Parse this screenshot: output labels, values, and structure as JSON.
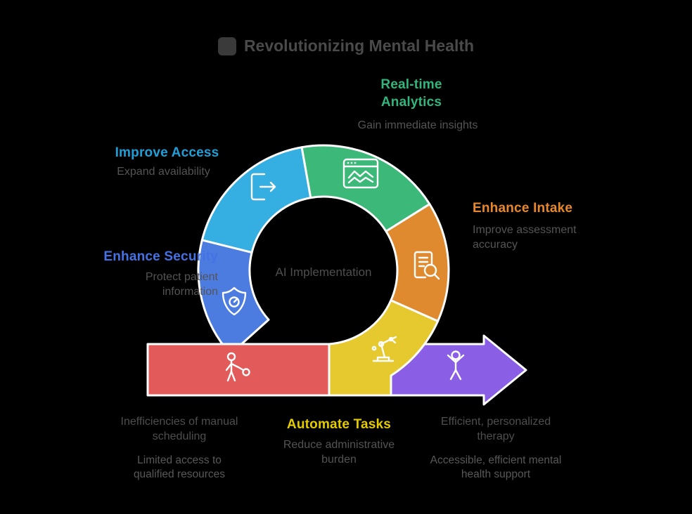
{
  "title": {
    "text": "Revolutionizing Mental Health"
  },
  "center_label": "AI Implementation",
  "colors": {
    "background": "#000000",
    "title_text": "#4a4a4a",
    "description_text": "#545454",
    "label_cyan": "#1f9fd8",
    "label_green": "#31b57c",
    "label_orange": "#e8882a",
    "label_blue": "#4472e4",
    "label_yellow": "#e3cb00"
  },
  "segments": [
    {
      "name": "improve-access",
      "color": "#35aee2",
      "icon": "door-exit-icon"
    },
    {
      "name": "real-time-analytics",
      "color": "#3cb878",
      "icon": "analytics-chart-icon"
    },
    {
      "name": "enhance-intake",
      "color": "#e08a30",
      "icon": "document-search-icon"
    },
    {
      "name": "automate-tasks",
      "color": "#e6c92e",
      "icon": "robot-arm-icon"
    },
    {
      "name": "enhance-security",
      "color": "#4d7ce0",
      "icon": "shield-gauge-icon"
    },
    {
      "name": "entry-band",
      "color": "#e25a5a",
      "icon": "patient-icon"
    },
    {
      "name": "outcome-arrow",
      "color": "#8a5fe6",
      "icon": "celebrating-person-icon"
    }
  ],
  "labels": {
    "improve_access": {
      "title": "Improve Access",
      "description": "Expand availability"
    },
    "real_time_analytics": {
      "title": "Real-time Analytics",
      "description": "Gain immediate insights"
    },
    "enhance_intake": {
      "title": "Enhance Intake",
      "description": "Improve assessment accuracy"
    },
    "enhance_security": {
      "title": "Enhance Security",
      "description": "Protect patient information"
    },
    "automate_tasks": {
      "title": "Automate Tasks",
      "description": "Reduce administrative burden"
    }
  },
  "notes": {
    "bottom_left_primary": "Inefficiencies of manual scheduling",
    "bottom_left_secondary": "Limited access to qualified resources",
    "bottom_right_primary": "Efficient, personalized therapy",
    "bottom_right_secondary": "Accessible, efficient mental health support"
  }
}
